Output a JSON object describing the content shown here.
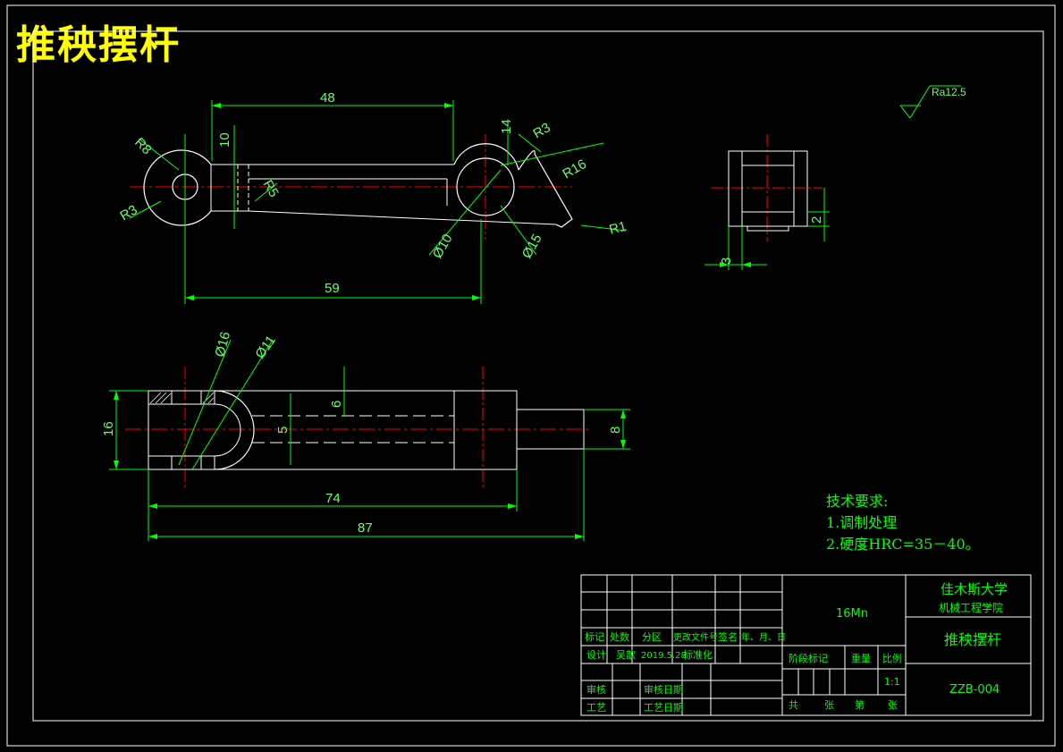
{
  "drawing_title": "推秧摆杆",
  "surface_finish": "Ra12.5",
  "dimensions": {
    "d48": "48",
    "d10": "10",
    "d14": "14",
    "r8": "R8",
    "r3a": "R3",
    "r3b": "R3",
    "r16": "R16",
    "r1": "R1",
    "r5": "R5",
    "d59": "59",
    "phi10": "Ø10",
    "phi15": "Ø15",
    "d2": "2",
    "d3": "3",
    "phi16": "Ø16",
    "phi11": "Ø11",
    "d16": "16",
    "d6": "6",
    "d5": "5",
    "d8": "8",
    "d74": "74",
    "d87": "87"
  },
  "tech_requirements": {
    "heading": "技术要求:",
    "items": [
      "1.调制处理",
      "2.硬度HRC=35－40。"
    ]
  },
  "title_block": {
    "material": "16Mn",
    "school": "佳木斯大学",
    "college": "机械工程学院",
    "part_name": "推秧摆杆",
    "drawing_no": "ZZB-004",
    "scale": "1:1",
    "revision_headers": [
      "标记",
      "处数",
      "分区",
      "更改文件号",
      "签名",
      "年、月、日"
    ],
    "design_label": "设计",
    "designer": "吴歆",
    "design_date": "2019.5.28",
    "standardization": "标准化",
    "review_label": "审核",
    "review_date_label": "审核日期",
    "process_label": "工艺",
    "process_date_label": "工艺日期",
    "stage_label": "阶段标记",
    "weight_label": "重量",
    "scale_label": "比例",
    "sheet_labels": [
      "共",
      "张",
      "第",
      "张"
    ]
  },
  "colors": {
    "outline": "#ffffff",
    "dimension": "#00ff00",
    "centerline": "#ff0000",
    "title": "#ffff00"
  }
}
